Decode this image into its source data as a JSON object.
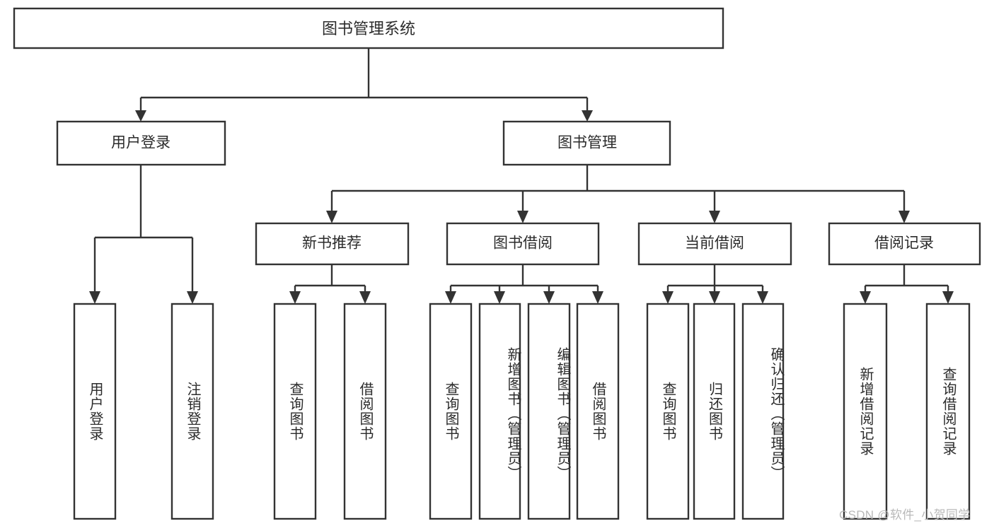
{
  "diagram": {
    "title": "图书管理系统",
    "type": "tree-hierarchy-diagram",
    "watermark": "CSDN @软件_小贺同学",
    "colors": {
      "stroke": "#333333",
      "fill": "#ffffff",
      "text": "#2b2b2b",
      "watermark": "#b9b9b9",
      "background": "#ffffff"
    },
    "root": {
      "label": "图书管理系统"
    },
    "level2": [
      {
        "label": "用户登录"
      },
      {
        "label": "图书管理"
      }
    ],
    "level3": [
      {
        "label": "新书推荐"
      },
      {
        "label": "图书借阅"
      },
      {
        "label": "当前借阅"
      },
      {
        "label": "借阅记录"
      }
    ],
    "leaves": {
      "user_login": [
        {
          "label": "用户登录"
        },
        {
          "label": "注销登录"
        }
      ],
      "new_book_recommend": [
        {
          "label": "查询图书"
        },
        {
          "label": "借阅图书"
        }
      ],
      "book_borrow": [
        {
          "label": "查询图书"
        },
        {
          "label": "新增图书（管理员）"
        },
        {
          "label": "编辑图书（管理员）"
        },
        {
          "label": "借阅图书"
        }
      ],
      "current_borrow": [
        {
          "label": "查询图书"
        },
        {
          "label": "归还图书"
        },
        {
          "label": "确认归还（管理员）"
        }
      ],
      "borrow_record": [
        {
          "label": "新增借阅记录"
        },
        {
          "label": "查询借阅记录"
        }
      ]
    }
  }
}
